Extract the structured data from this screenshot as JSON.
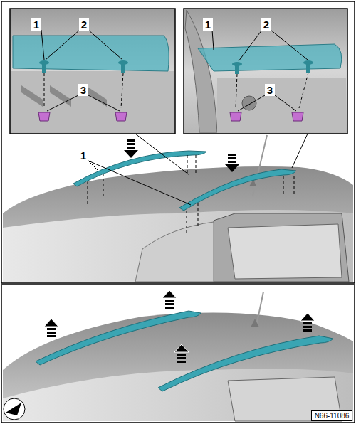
{
  "diagram": {
    "labels": [
      "1",
      "2",
      "3",
      "1",
      "2",
      "3",
      "1",
      "N66-11086"
    ]
  }
}
